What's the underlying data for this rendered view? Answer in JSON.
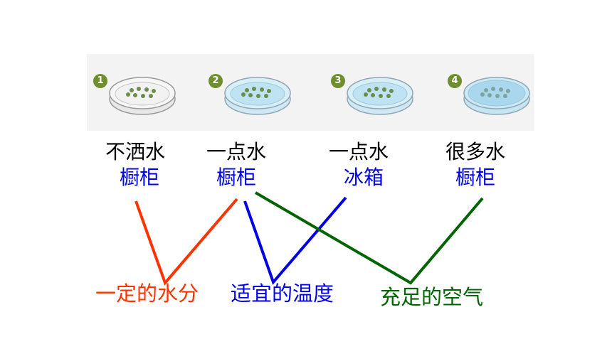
{
  "conditions": [
    {
      "number": "1",
      "water": "不洒水",
      "place": "橱柜",
      "water_fill": "none"
    },
    {
      "number": "2",
      "water": "一点水",
      "place": "橱柜",
      "water_fill": "some"
    },
    {
      "number": "3",
      "water": "一点水",
      "place": "冰箱",
      "water_fill": "some"
    },
    {
      "number": "4",
      "water": "很多水",
      "place": "橱柜",
      "water_fill": "full"
    }
  ],
  "factors": [
    {
      "label": "一定的水分",
      "color": "#ff3300"
    },
    {
      "label": "适宜的温度",
      "color": "#0000e6"
    },
    {
      "label": "充足的空气",
      "color": "#006400"
    }
  ],
  "colors": {
    "badge": "#6f8f2f",
    "water_label": "#000000",
    "place_label": "#0000e6",
    "seed": "#6b8f4a",
    "water": "#bfe3f2"
  }
}
